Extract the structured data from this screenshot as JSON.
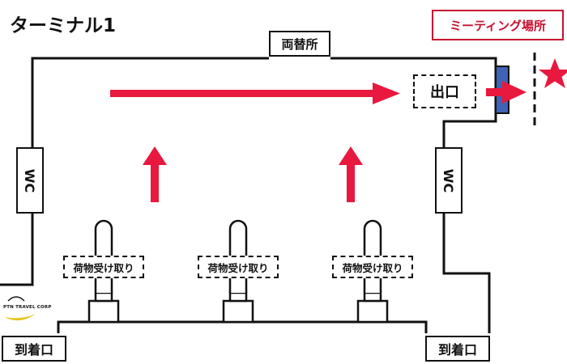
{
  "title": "ターミナル1",
  "meeting_point": "ミーティング場所",
  "currency_exchange": "両替所",
  "exit": "出口",
  "restroom_left": "WC",
  "restroom_right": "WC",
  "baggage_claims": [
    {
      "label": "荷物受け取り"
    },
    {
      "label": "荷物受け取り"
    },
    {
      "label": "荷物受け取り"
    }
  ],
  "arrivals": {
    "left": "到着口",
    "right": "到着口"
  },
  "logo": {
    "text": "PTN TRAVEL CORP"
  },
  "colors": {
    "wall": "#111111",
    "arrow": "#e8183e",
    "door": "#3f63b5",
    "meeting_border": "#c8102e",
    "star": "#e8183e",
    "logo_swoosh": "#e5c31c"
  }
}
